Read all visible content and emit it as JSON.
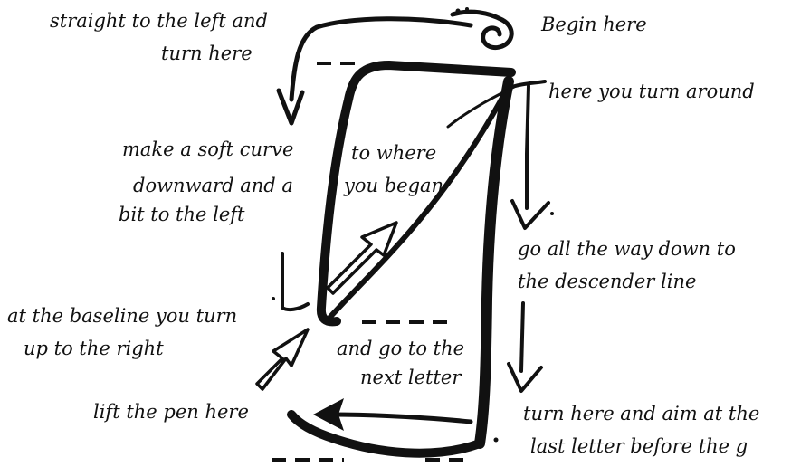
{
  "diagram": {
    "labels": {
      "straight_left_1": "straight to the left and",
      "straight_left_2": "turn here",
      "begin_here": "Begin here",
      "turn_around": "here you turn around",
      "soft_curve_1": "make a soft curve",
      "soft_curve_2": "downward and a",
      "soft_curve_3": "bit to the left",
      "to_where_1": "to where",
      "to_where_2": "you began",
      "go_down_1": "go all the way down to",
      "go_down_2": "the descender line",
      "baseline_1": "at the baseline you turn",
      "baseline_2": "up to the right",
      "next_letter_1": "and go to the",
      "next_letter_2": "next letter",
      "lift_pen": "lift the pen here",
      "aim_1": "turn here and aim at the",
      "aim_2": "last letter before the g"
    }
  }
}
